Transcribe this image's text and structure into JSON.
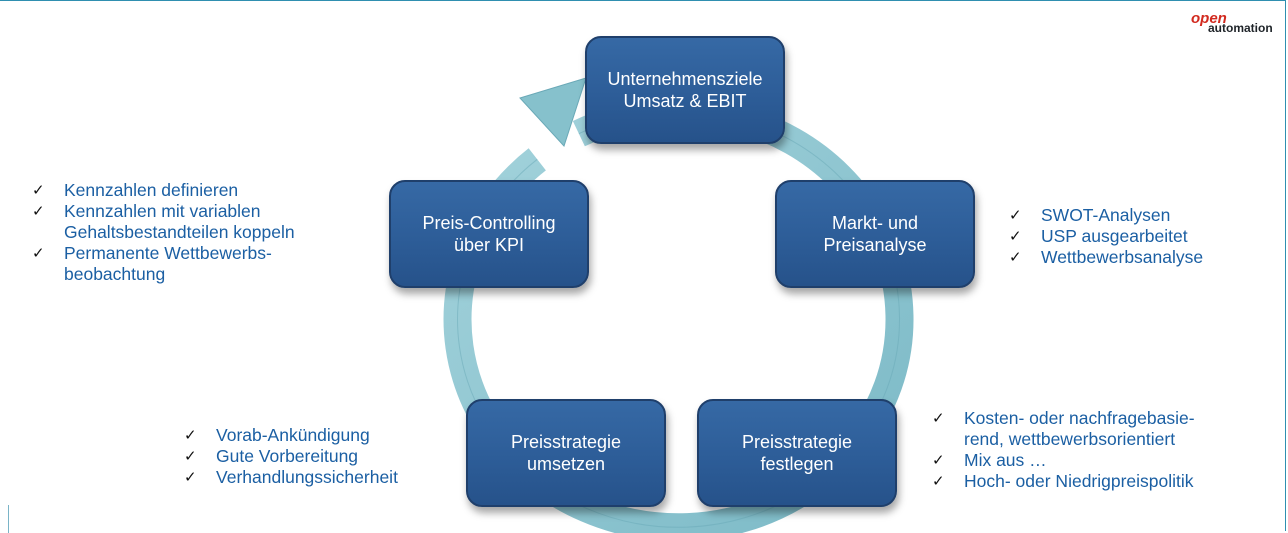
{
  "logo": {
    "line1": "open",
    "line2": "automation"
  },
  "boxes": {
    "top": {
      "line1": "Unternehmensziele",
      "line2": "Umsatz & EBIT"
    },
    "right": {
      "line1": "Markt- und",
      "line2": "Preisanalyse"
    },
    "bottom_right": {
      "line1": "Preisstrategie",
      "line2": "festlegen"
    },
    "bottom_left": {
      "line1": "Preisstrategie",
      "line2": "umsetzen"
    },
    "left": {
      "line1": "Preis-Controlling",
      "line2": "über KPI"
    }
  },
  "notes": {
    "left": [
      {
        "line1": "Kennzahlen definieren"
      },
      {
        "line1": "Kennzahlen mit variablen",
        "line2": "Gehaltsbestandteilen koppeln"
      },
      {
        "line1": "Permanente Wettbewerbs-",
        "line2": "beobachtung"
      }
    ],
    "right": [
      {
        "line1": "SWOT-Analysen"
      },
      {
        "line1": "USP ausgearbeitet"
      },
      {
        "line1": "Wettbewerbsanalyse"
      }
    ],
    "bottom_right": [
      {
        "line1": "Kosten- oder nachfragebasie-",
        "line2": "rend, wettbewerbsorientiert"
      },
      {
        "line1": "Mix aus …"
      },
      {
        "line1": "Hoch- oder Niedrigpreispolitik"
      }
    ],
    "bottom_left": [
      {
        "line1": "Vorab-Ankündigung"
      },
      {
        "line1": "Gute Vorbereitung"
      },
      {
        "line1": "Verhandlungssicherheit"
      }
    ]
  },
  "check_glyph": "✓",
  "colors": {
    "box_fill": "#2e5f9b",
    "box_border": "#1f3f6b",
    "cycle_arrow": "#8cc4cf",
    "bullet_text": "#1b5fa3",
    "logo_open": "#d22a1f",
    "logo_automation": "#1e2328"
  }
}
